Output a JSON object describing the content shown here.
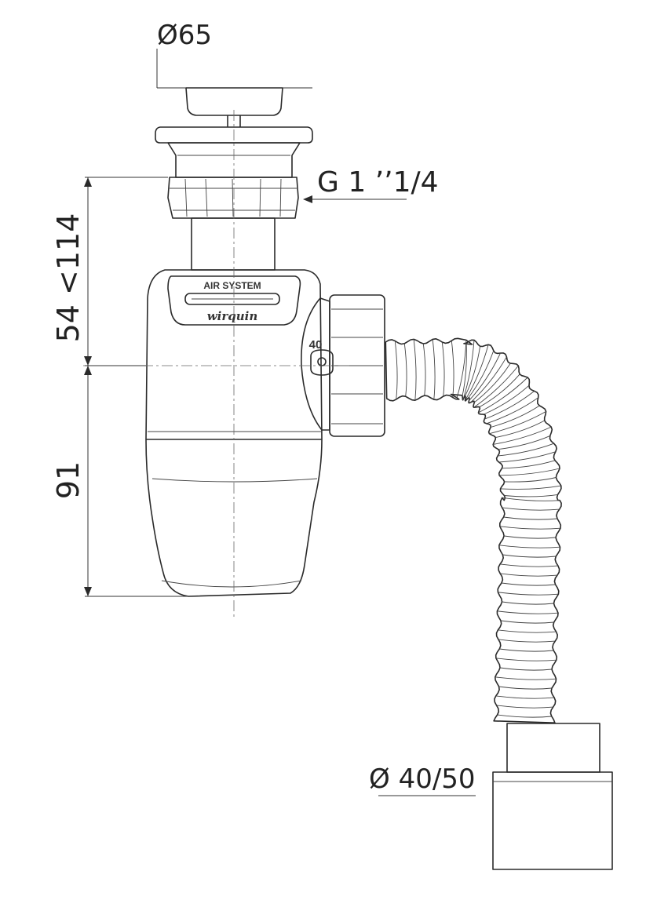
{
  "dimensions": {
    "top_diameter": "Ø65",
    "thread": "G 1 ’’1/4",
    "height_upper": "54 <114",
    "height_lower": "91",
    "outlet_diameter": "Ø 40/50"
  },
  "body_labels": {
    "top_label": "AIR SYSTEM",
    "brand": "wirquin",
    "outlet_size": "40"
  },
  "colors": {
    "line": "#2a2a2a",
    "background": "#ffffff",
    "body_shade": "#f2f2f2"
  }
}
